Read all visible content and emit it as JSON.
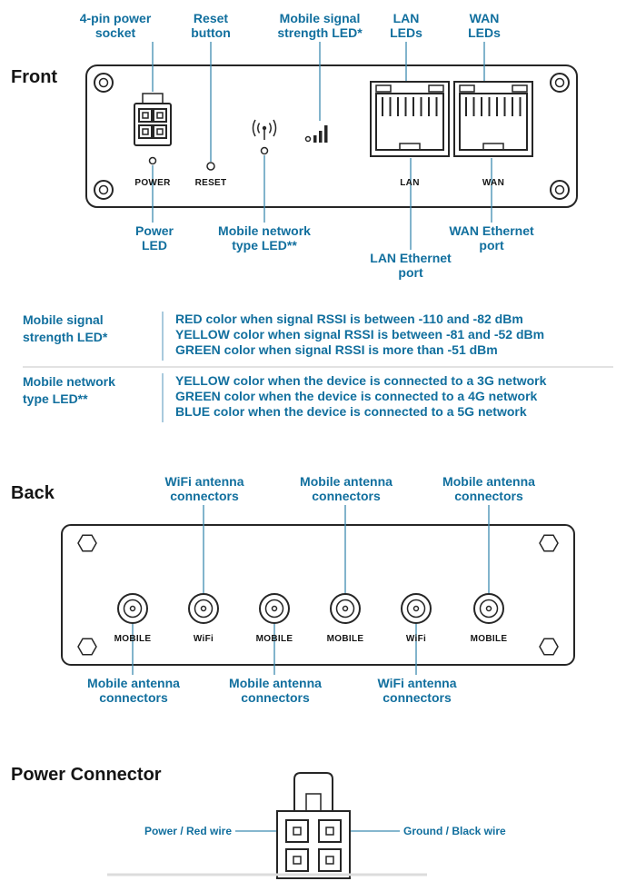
{
  "colors": {
    "label_blue": "#116f9e",
    "line_blue": "#3f8cb0",
    "ink": "#262626"
  },
  "front": {
    "heading": "Front",
    "labels": {
      "power_socket": "4-pin power\nsocket",
      "reset_button": "Reset\nbutton",
      "mobile_signal_led": "Mobile signal\nstrength LED*",
      "lan_leds": "LAN\nLEDs",
      "wan_leds": "WAN\nLEDs",
      "power_led": "Power\nLED",
      "mobile_network_type_led": "Mobile network\ntype LED**",
      "lan_port": "LAN Ethernet\nport",
      "wan_port": "WAN Ethernet\nport"
    },
    "panel_labels": {
      "power": "POWER",
      "reset": "RESET",
      "lan": "LAN",
      "wan": "WAN"
    }
  },
  "legend": {
    "rows": [
      {
        "term": "Mobile signal\nstrength LED*",
        "lines": [
          "RED color when signal RSSI is between -110 and -82 dBm",
          "YELLOW color when signal RSSI is between -81 and -52 dBm",
          "GREEN color when signal RSSI is more than -51 dBm"
        ]
      },
      {
        "term": "Mobile network\ntype LED**",
        "lines": [
          "YELLOW color when the device is connected to a 3G network",
          "GREEN color when the device is connected to a 4G network",
          "BLUE color when the device is connected to a 5G network"
        ]
      }
    ]
  },
  "back": {
    "heading": "Back",
    "top_labels": [
      "WiFi antenna\nconnectors",
      "Mobile antenna\nconnectors",
      "Mobile antenna\nconnectors"
    ],
    "connector_labels": [
      "MOBILE",
      "WiFi",
      "MOBILE",
      "MOBILE",
      "WiFi",
      "MOBILE"
    ],
    "bottom_labels": [
      "Mobile antenna\nconnectors",
      "Mobile antenna\nconnectors",
      "WiFi antenna\nconnectors"
    ]
  },
  "power_connector": {
    "heading": "Power Connector",
    "left_label": "Power / Red wire",
    "right_label": "Ground / Black wire"
  }
}
